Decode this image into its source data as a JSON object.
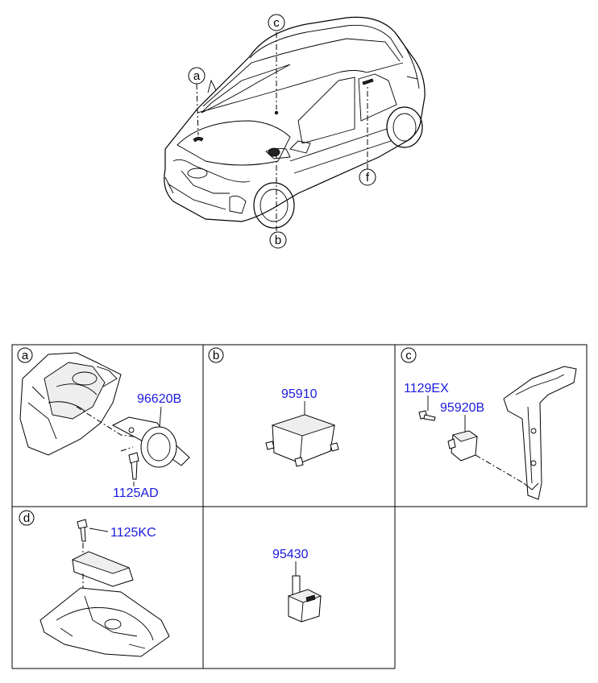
{
  "car": {
    "callouts": [
      {
        "id": "a",
        "label": "a"
      },
      {
        "id": "b",
        "label": "b"
      },
      {
        "id": "c",
        "label": "c"
      },
      {
        "id": "f",
        "label": "f"
      }
    ]
  },
  "panels": {
    "a": {
      "label": "a",
      "parts": [
        "96620B",
        "1125AD"
      ]
    },
    "b": {
      "label": "b",
      "parts": [
        "95910"
      ]
    },
    "c": {
      "label": "c",
      "parts": [
        "1129EX",
        "95920B"
      ]
    },
    "d": {
      "label": "d",
      "parts": [
        "1125KC"
      ]
    },
    "e": {
      "parts": [
        "95430"
      ]
    }
  }
}
